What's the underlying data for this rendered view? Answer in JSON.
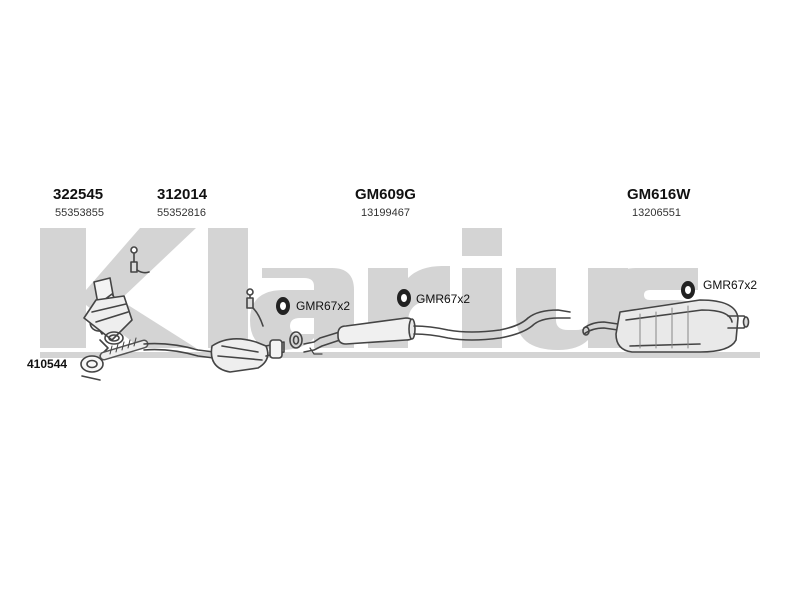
{
  "watermark": {
    "text": "Klarius",
    "color": "#d4d4d4"
  },
  "parts": [
    {
      "part_number": "322545",
      "oem_number": "55353855"
    },
    {
      "part_number": "312014",
      "oem_number": "55352816"
    },
    {
      "part_number": "GM609G",
      "oem_number": "13199467"
    },
    {
      "part_number": "GM616W",
      "oem_number": "13206551"
    }
  ],
  "hangers": [
    {
      "label": "GMR67x2"
    },
    {
      "label": "GMR67x2"
    },
    {
      "label": "GMR67x2"
    }
  ],
  "gasket": {
    "label": "410544"
  },
  "colors": {
    "line": "#444444",
    "fill": "#f2f2f2",
    "shade": "#bdbdbd"
  }
}
